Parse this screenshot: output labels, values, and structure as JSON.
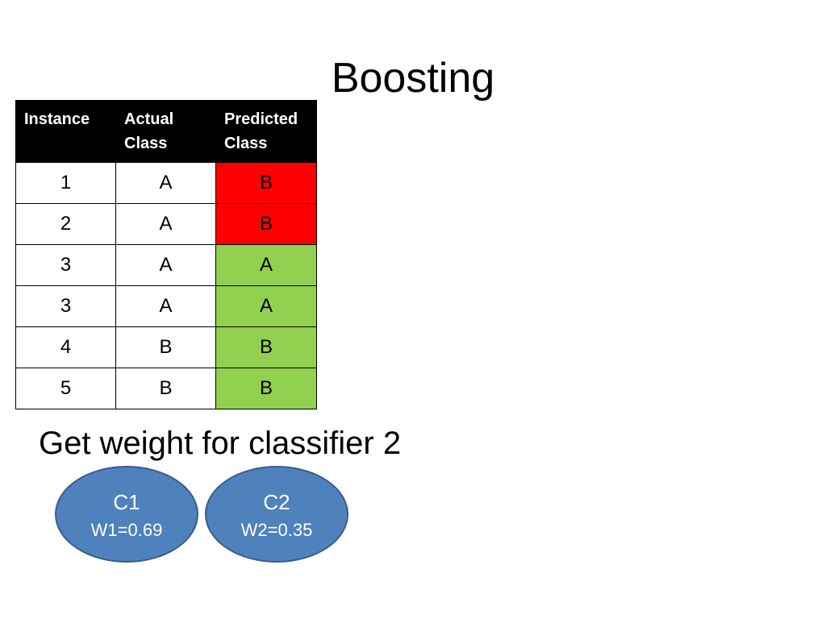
{
  "title": "Boosting",
  "table": {
    "headers": [
      "Instance",
      "Actual\nClass",
      "Predicted\nClass"
    ],
    "rows": [
      {
        "instance": "1",
        "actual": "A",
        "predicted": "B",
        "correct": false
      },
      {
        "instance": "2",
        "actual": "A",
        "predicted": "B",
        "correct": false
      },
      {
        "instance": "3",
        "actual": "A",
        "predicted": "A",
        "correct": true
      },
      {
        "instance": "3",
        "actual": "A",
        "predicted": "A",
        "correct": true
      },
      {
        "instance": "4",
        "actual": "B",
        "predicted": "B",
        "correct": true
      },
      {
        "instance": "5",
        "actual": "B",
        "predicted": "B",
        "correct": true
      }
    ]
  },
  "subheading": "Get weight for classifier 2",
  "classifiers": [
    {
      "name": "C1",
      "weight": "W1=0.69"
    },
    {
      "name": "C2",
      "weight": "W2=0.35"
    }
  ],
  "colors": {
    "header_bg": "#000000",
    "wrong_prediction": "#ff0000",
    "right_prediction": "#92d050",
    "classifier_fill": "#4f81bd",
    "classifier_border": "#385d8a"
  }
}
